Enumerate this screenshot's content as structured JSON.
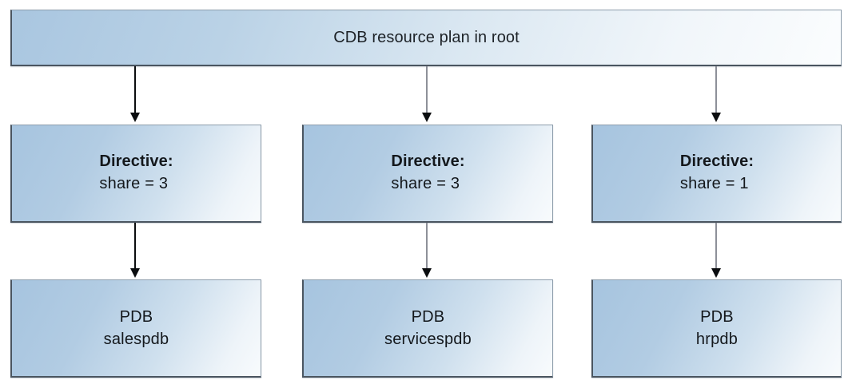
{
  "diagram": {
    "title": "CDB resource plan in root",
    "root": {
      "label": "CDB resource plan in root"
    },
    "columns": [
      {
        "directive": {
          "label": "Directive:",
          "value": "share = 3"
        },
        "pdb": {
          "kind": "PDB",
          "name": "salespdb"
        },
        "connector_color": "#0b0d0f"
      },
      {
        "directive": {
          "label": "Directive:",
          "value": "share = 3"
        },
        "pdb": {
          "kind": "PDB",
          "name": "servicespdb"
        },
        "connector_color": "#8d9099"
      },
      {
        "directive": {
          "label": "Directive:",
          "value": "share = 1"
        },
        "pdb": {
          "kind": "PDB",
          "name": "hrpdb"
        },
        "connector_color": "#8d9099"
      }
    ],
    "colors": {
      "box_fill_start": "#a6c4df",
      "box_fill_end": "#f8fbfd",
      "box_border": "#4a5560",
      "text": "#14181c",
      "arrow_dark": "#0b0d0f",
      "arrow_gray": "#8d9099",
      "background": "#ffffff"
    }
  }
}
